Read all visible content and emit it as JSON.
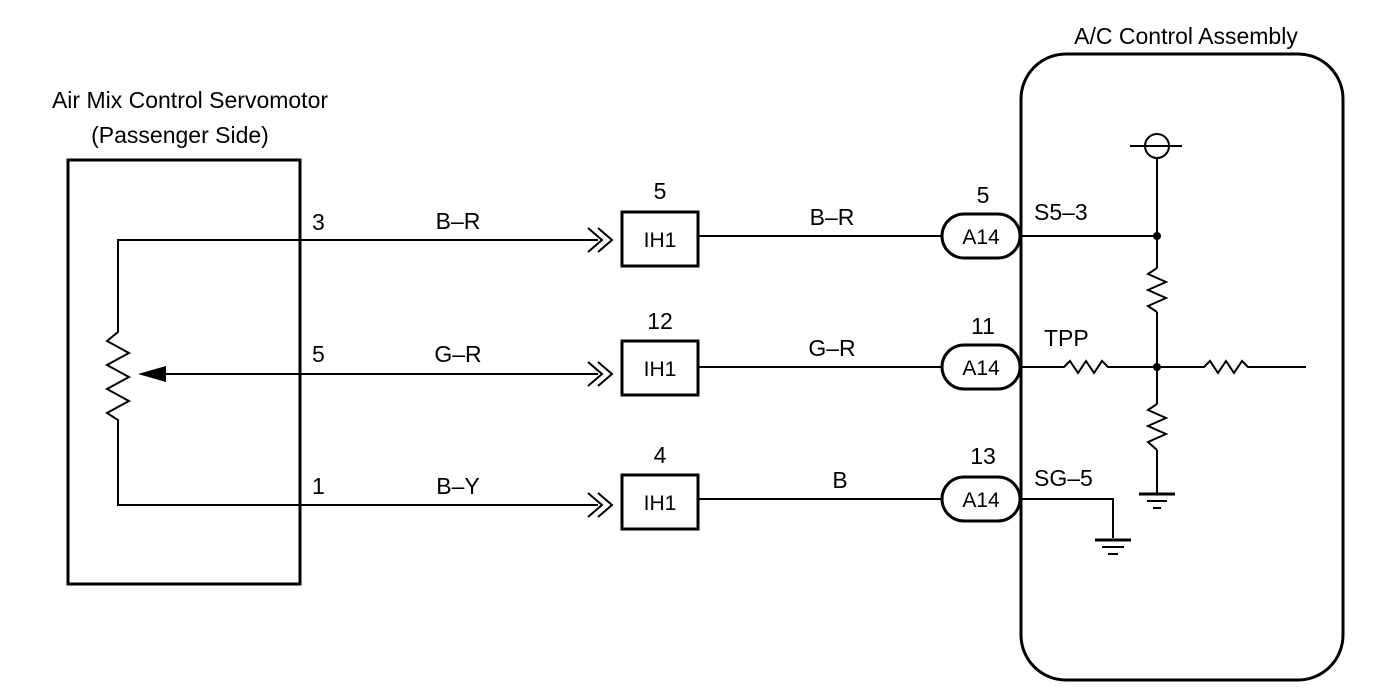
{
  "servomotor": {
    "title_line1": "Air Mix Control Servomotor",
    "title_line2": "(Passenger Side)",
    "pins": {
      "top": "3",
      "mid": "5",
      "bot": "1"
    }
  },
  "assembly": {
    "title": "A/C Control Assembly",
    "signals": {
      "top": "S5–3",
      "mid": "TPP",
      "bot": "SG–5"
    }
  },
  "wires_left": {
    "top": "B–R",
    "mid": "G–R",
    "bot": "B–Y"
  },
  "wires_right": {
    "top": "B–R",
    "mid": "G–R",
    "bot": "B"
  },
  "connectors_ih1": [
    {
      "name": "IH1",
      "pin": "5"
    },
    {
      "name": "IH1",
      "pin": "12"
    },
    {
      "name": "IH1",
      "pin": "4"
    }
  ],
  "connectors_a14": [
    {
      "name": "A14",
      "pin": "5"
    },
    {
      "name": "A14",
      "pin": "11"
    },
    {
      "name": "A14",
      "pin": "13"
    }
  ]
}
